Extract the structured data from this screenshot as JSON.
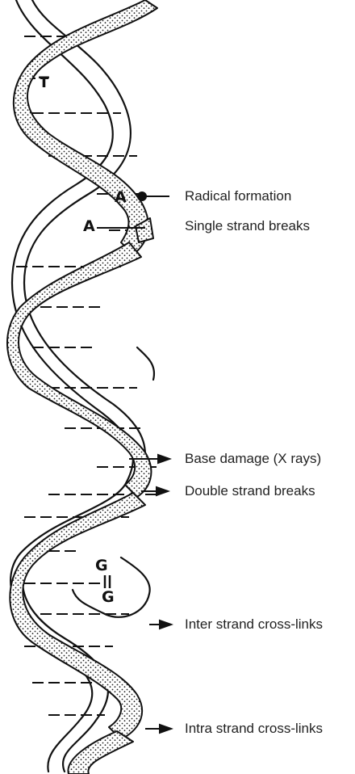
{
  "labels": {
    "radical_formation": "Radical formation",
    "single_strand_breaks": "Single strand breaks",
    "base_damage": "Base damage (X rays)",
    "double_strand_breaks": "Double strand breaks",
    "inter_strand_crosslinks": "Inter strand cross-links",
    "intra_strand_crosslinks": "Intra strand cross-links"
  },
  "bases": {
    "t": "T",
    "a1": "A",
    "a2": "A",
    "g1": "G",
    "g2": "G"
  }
}
